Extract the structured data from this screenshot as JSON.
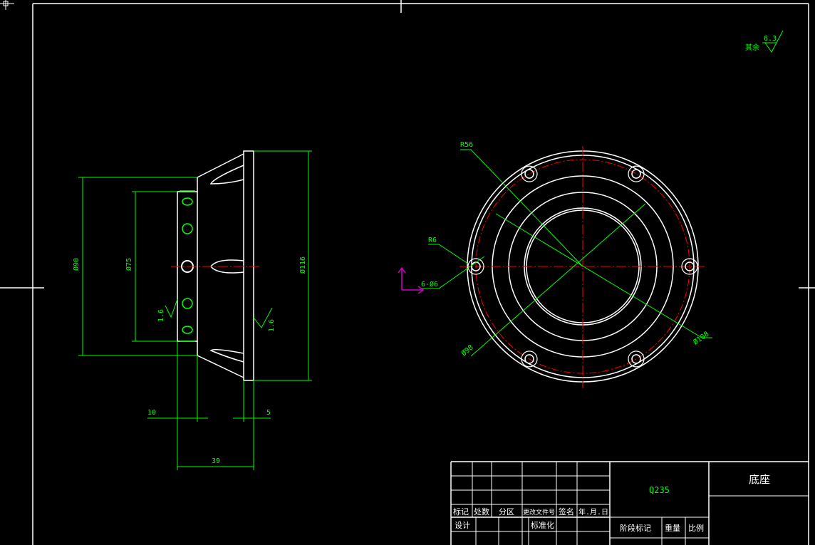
{
  "drawing": {
    "part_name": "底座",
    "material": "Q235",
    "roughness_note": "其余",
    "roughness_value": "6.3"
  },
  "side_view": {
    "dim_d90": "Ø90",
    "dim_d75": "Ø75",
    "dim_d116": "Ø116",
    "dim_10": "10",
    "dim_5": "5",
    "dim_39": "39",
    "roughness_left": "1.6",
    "roughness_right": "1.6"
  },
  "front_view": {
    "dim_r56": "R56",
    "dim_r6": "R6",
    "dim_holes": "6-Ø6",
    "dim_d98": "Ø98",
    "dim_d108": "Ø108",
    "hole_count": 6
  },
  "title_block": {
    "col_mark": "标记",
    "col_count": "处数",
    "col_zone": "分区",
    "col_doc": "更改文件号",
    "col_sign": "签名",
    "col_date": "年.月.日",
    "row_design": "设计",
    "row_std": "标准化",
    "col_stage": "阶段标记",
    "col_weight": "重量",
    "col_scale": "比例"
  },
  "colors": {
    "outline": "#ffffff",
    "dimension": "#00ff00",
    "centerline": "#ff0000",
    "ucs": "#cc00cc",
    "background": "#000000"
  }
}
